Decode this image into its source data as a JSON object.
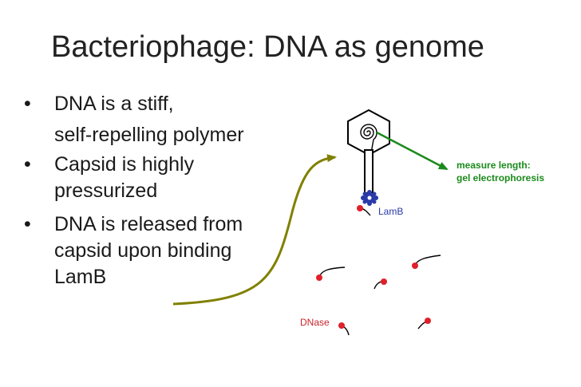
{
  "slide": {
    "title": "Bacteriophage: DNA as genome",
    "bullets": [
      {
        "lines": [
          "DNA is a stiff,",
          "self-repelling polymer"
        ]
      },
      {
        "lines": [
          "Capsid is highly",
          "pressurized"
        ]
      },
      {
        "lines": [
          "DNA is released from",
          "capsid upon binding",
          "LamB"
        ]
      }
    ],
    "bullet_symbol": "•"
  },
  "diagram": {
    "measure_label_lines": [
      "measure length:",
      "gel electrophoresis"
    ],
    "lamb_label": "LamB",
    "dnase_label": "DNase",
    "colors": {
      "arrow_olive": "#808000",
      "arrow_green": "#1b8a1b",
      "dnase_red": "#e0202a",
      "receptor_blue": "#2a3aa8"
    }
  }
}
